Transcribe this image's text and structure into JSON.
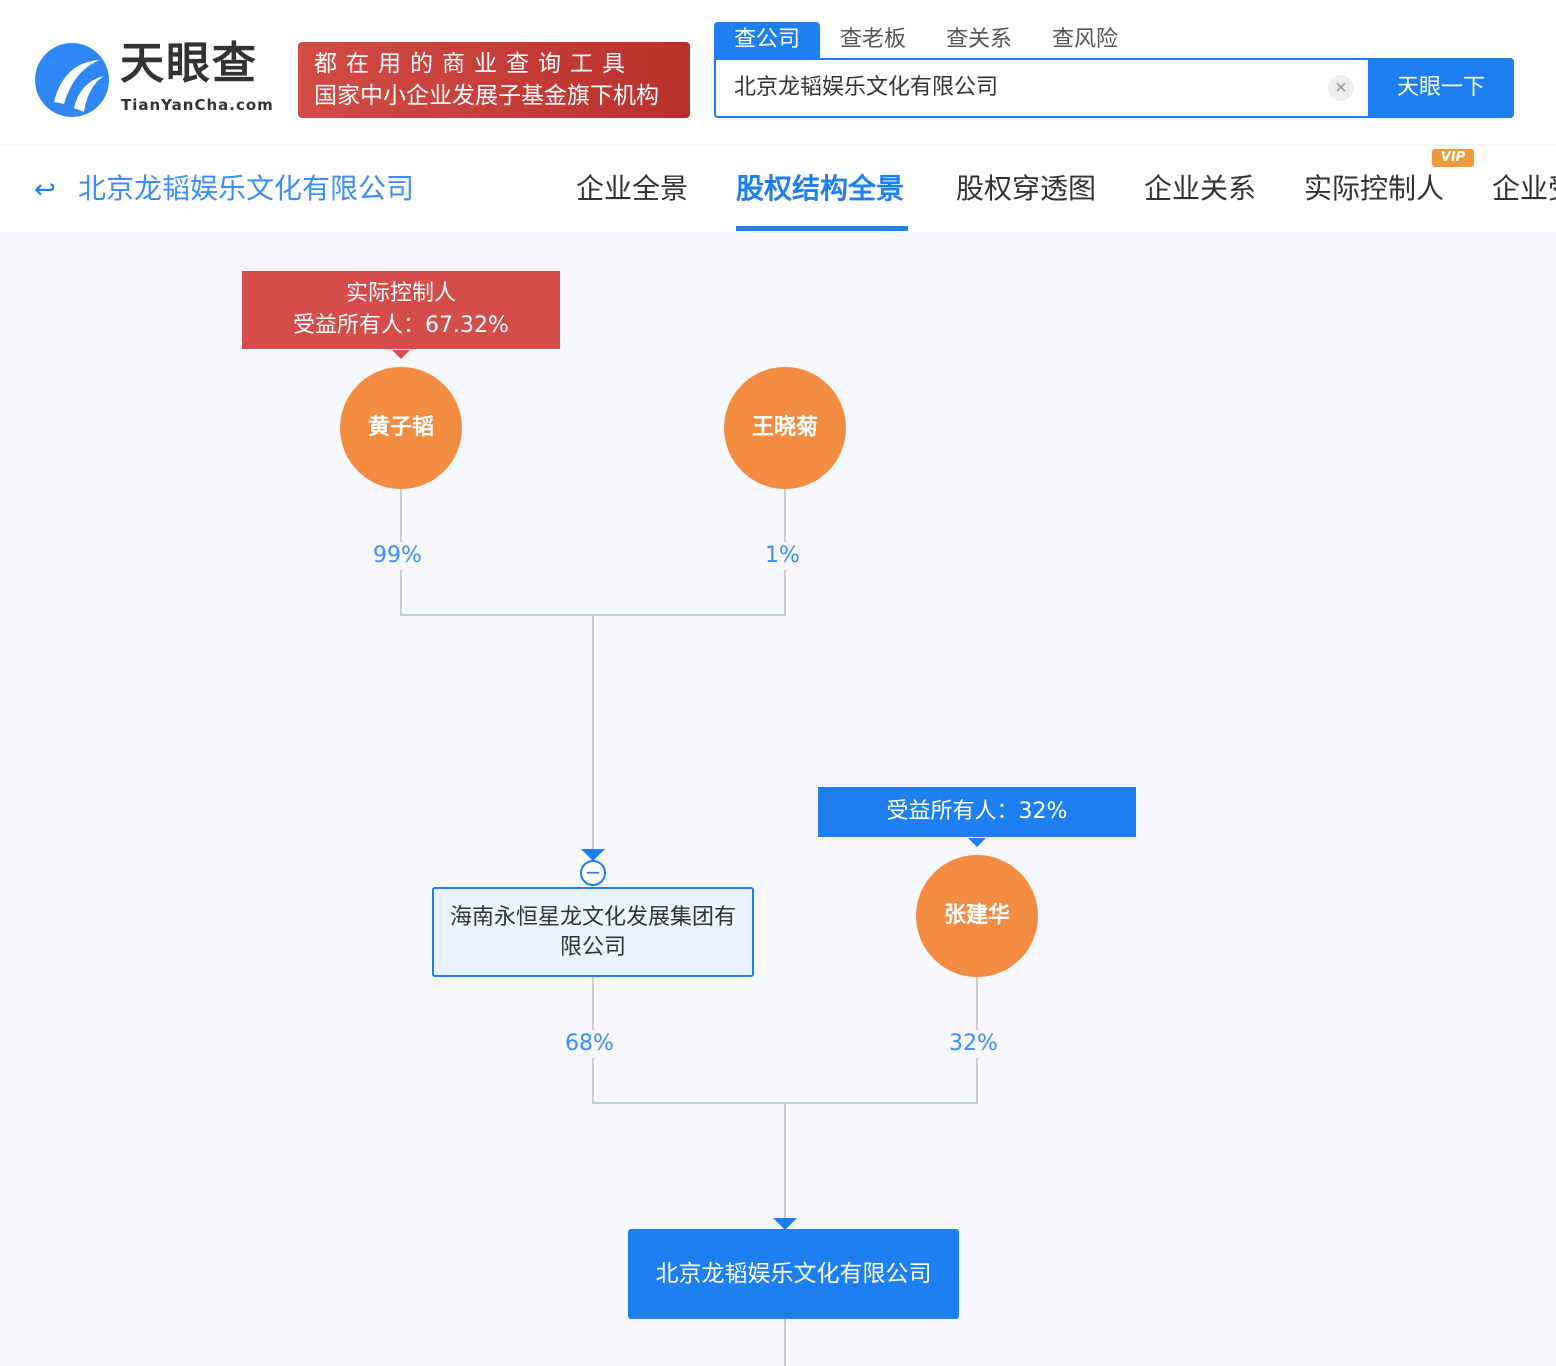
{
  "header": {
    "logo_text": "天眼查",
    "logo_sub": "TianYanCha.com",
    "slogan_line1": "都在用的商业查询工具",
    "slogan_line2": "国家中小企业发展子基金旗下机构",
    "search_tabs": [
      "查公司",
      "查老板",
      "查关系",
      "查风险"
    ],
    "search_value": "北京龙韬娱乐文化有限公司",
    "search_button": "天眼一下"
  },
  "nav": {
    "company": "北京龙韬娱乐文化有限公司",
    "tabs": [
      "企业全景",
      "股权结构全景",
      "股权穿透图",
      "企业关系",
      "实际控制人",
      "企业受益人"
    ],
    "active_tab": "股权结构全景",
    "vip_badge": "VIP"
  },
  "chart": {
    "controller_tag_line1": "实际控制人",
    "controller_tag_line2": "受益所有人：67.32%",
    "people": [
      {
        "name": "黄子韬",
        "share": "99%"
      },
      {
        "name": "王晓菊",
        "share": "1%"
      },
      {
        "name": "张建华",
        "share": "32%"
      }
    ],
    "zhang_tag": "受益所有人：32%",
    "intermediate": {
      "name": "海南永恒星龙文化发展集团有限公司",
      "share": "68%"
    },
    "target": "北京龙韬娱乐文化有限公司"
  },
  "colors": {
    "accent": "#1e7ff0",
    "person": "#f28c43",
    "controller_tag": "#d54d4a"
  }
}
